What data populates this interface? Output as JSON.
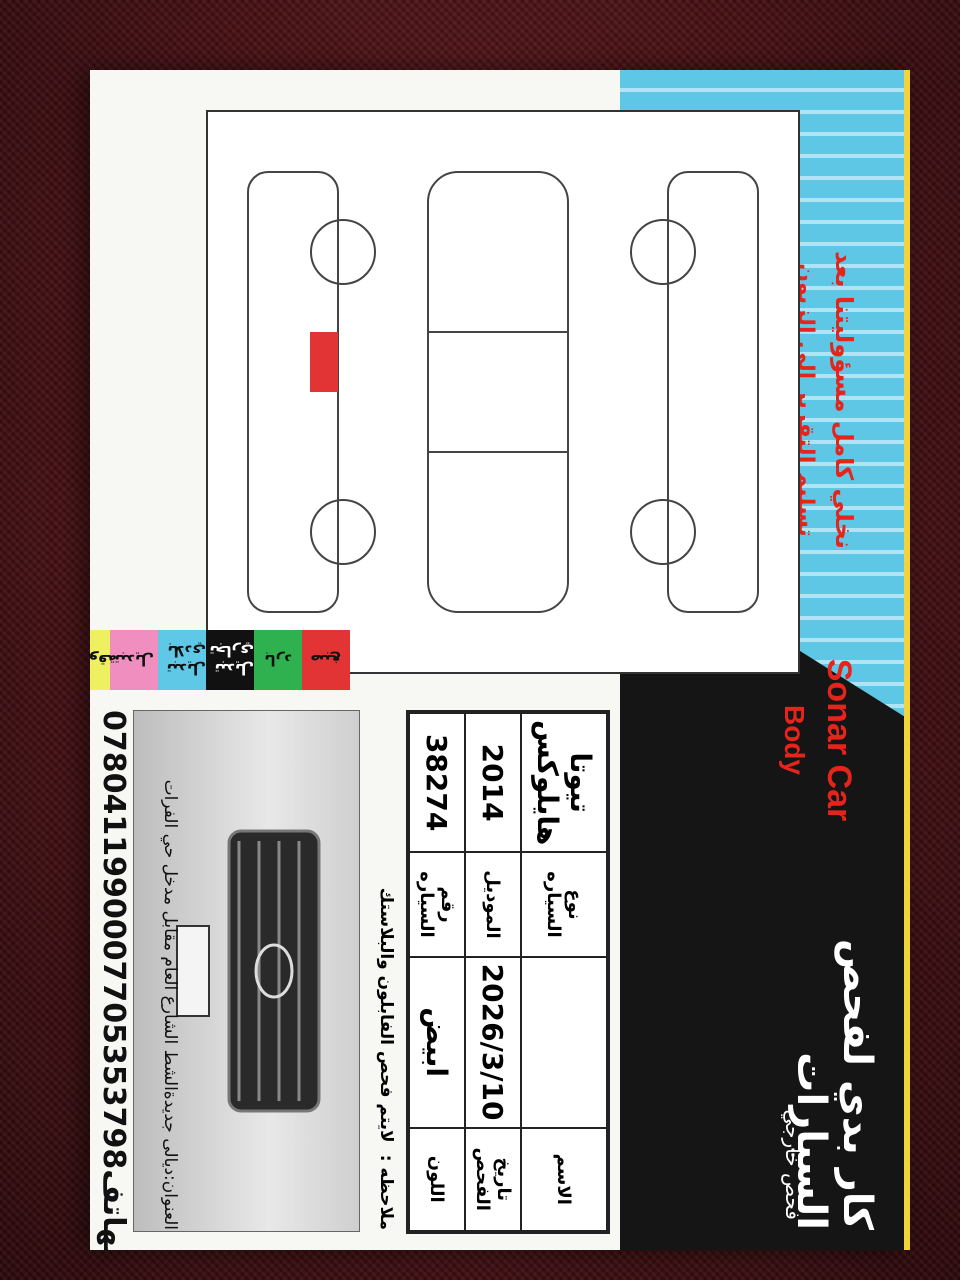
{
  "header": {
    "title": "كار بدي لفحص السيارات",
    "subtitle": "فحص خارجي",
    "brand_line1": "Sonar Car",
    "brand_line2": "Body",
    "slogan_line1": "نخلي كامل مسؤوليتنا بعد",
    "slogan_line2": "تسليم التقرير الى الزبون"
  },
  "info_table": {
    "row1": {
      "label": "الاسم",
      "value": "",
      "label2": "نوع السياره",
      "value2": "تيوتا هايلوكس"
    },
    "row2": {
      "label": "تاريخ الفحص",
      "value": "2026/3/10",
      "label2": "الموديل",
      "value2": "2014"
    },
    "row3": {
      "label": "اللون",
      "value": "ابيض",
      "label2": "رقم السياره",
      "value2": "38274"
    }
  },
  "note": {
    "label": "ملاحظه :",
    "text": "لايتم فحص الفابلون والبلاستك"
  },
  "legend": [
    {
      "label": "صبغ",
      "color": "#e23434"
    },
    {
      "label": "بارد",
      "color": "#2fb14f"
    },
    {
      "label": "تبديل تجاري",
      "color": "#111111"
    },
    {
      "label": "تبديل بلادي",
      "color": "#5fc8e6"
    },
    {
      "label": "تبديل",
      "color": "#f08fbf"
    },
    {
      "label": "مطروقة",
      "color": "#eef061"
    }
  ],
  "contact": {
    "phone_label": "الهاتف:",
    "phone1": "07705353798",
    "phone2": "07804119900",
    "address": "العنوان:ديالى جديدةالشط الشارع العام مقابل مدخل حي الفرات"
  }
}
